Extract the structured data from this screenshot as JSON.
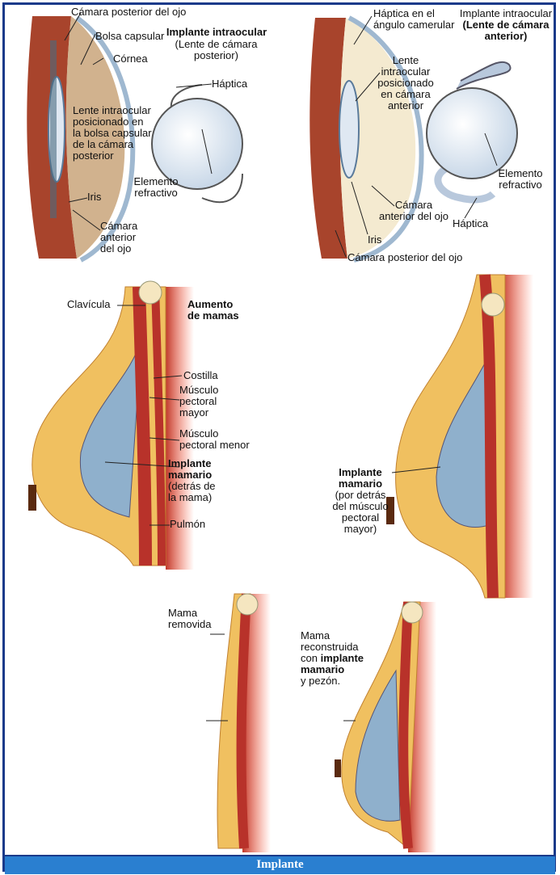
{
  "caption": "Implante",
  "eye_posterior": {
    "title": "Implante  intraocular",
    "subtitle": "(Lente de cámara\nposterior)",
    "labels": {
      "posterior_chamber": "Cámara posterior del ojo",
      "capsular_bag": "Bolsa capsular",
      "cornea": "Córnea",
      "haptic": "Háptica",
      "lens_positioned": "Lente intraocular\nposicionado en\nla bolsa capsular\nde la cámara\nposterior",
      "refractive": "Elemento\nrefractivo",
      "iris": "Iris",
      "anterior_chamber": "Cámara\nanterior\ndel ojo"
    }
  },
  "eye_anterior": {
    "title_1": "Implante intraocular",
    "title_2": "(Lente de cámara\nanterior)",
    "labels": {
      "haptic_angle": "Háptica en el\nángulo camerular",
      "lens_positioned": "Lente\nintraocular\nposicionado\nen cámara\nanterior",
      "refractive": "Elemento\nrefractivo",
      "anterior_chamber": "Cámara\nanterior del ojo",
      "haptic": "Háptica",
      "iris": "Iris",
      "posterior_chamber": "Cámara posterior del ojo"
    }
  },
  "breast_augmentation": {
    "title": "Aumento\nde mamas",
    "labels": {
      "clavicle": "Clavícula",
      "rib": "Costilla",
      "pec_major": "Músculo\npectoral\nmayor",
      "pec_minor": "Músculo\npectoral menor",
      "implant_bold": "Implante\nmamario",
      "implant_rest": "(detrás de\nla mama)",
      "lung": "Pulmón"
    }
  },
  "breast_submuscular": {
    "implant_bold": "Implante\nmamario",
    "implant_rest": "(por detrás\ndel músculo\npectoral\nmayor)"
  },
  "mastectomy": {
    "removed": "Mama\nremovida",
    "reconstructed_1": "Mama\nreconstruida\ncon ",
    "reconstructed_bold": "implante\nmamario",
    "reconstructed_2": "y pezón."
  },
  "colors": {
    "frame": "#1a3a8a",
    "caption_bar": "#2a7fd0",
    "muscle": "#b8322a",
    "fat": "#f0c060",
    "implant": "#8fb0cc",
    "skin": "#a04a2a"
  }
}
